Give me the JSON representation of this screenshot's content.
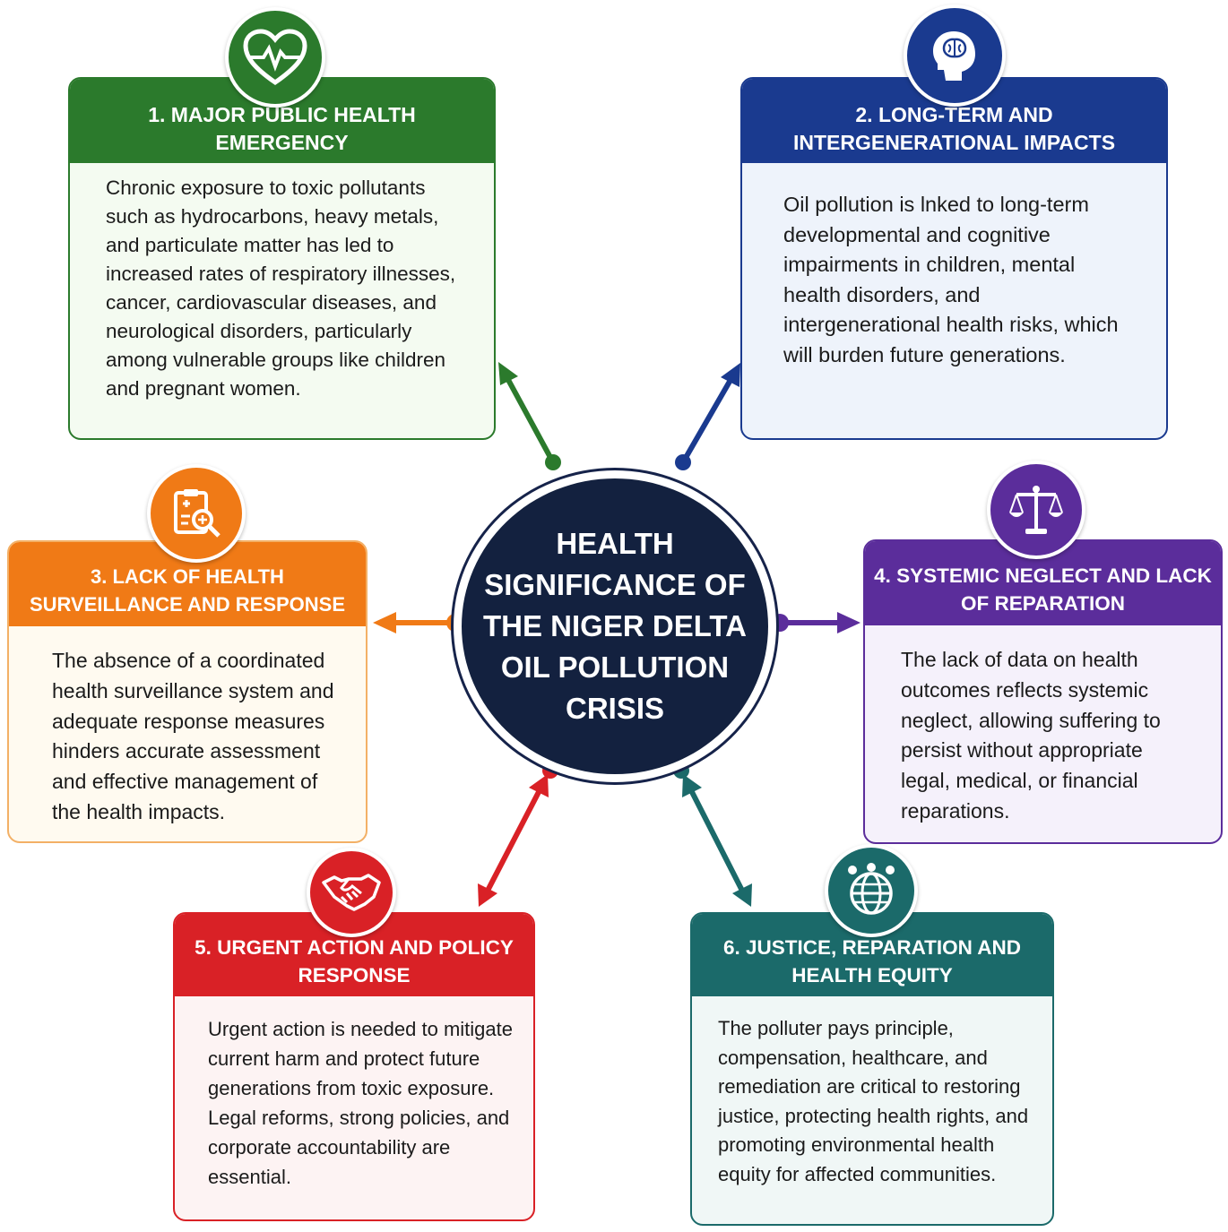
{
  "center": {
    "title": "HEALTH SIGNIFICANCE OF THE NIGER DELTA OIL POLLUTION CRISIS"
  },
  "colors": {
    "green": "#2b7a2c",
    "blue": "#1a3a8f",
    "orange": "#f07a16",
    "purple": "#5b2d9b",
    "red": "#d92126",
    "teal": "#1b6a6a",
    "navy": "#13213f"
  },
  "cards": [
    {
      "id": "health-emergency",
      "title": "1. MAJOR PUBLIC HEALTH EMERGENCY",
      "icon": "heartbeat-icon",
      "body": "Chronic exposure to toxic pollutants such as hydrocarbons, heavy metals, and particulate matter has led to increased rates of respiratory illnesses, cancer, cardiovascular diseases, and neurological disorders, particularly among vulnerable groups like children and pregnant women."
    },
    {
      "id": "long-term",
      "title": "2. LONG-TERM AND INTERGENERATIONAL IMPACTS",
      "icon": "brain-head-icon",
      "body": "Oil pollution is lnked to long-term developmental and cognitive impairments in children, mental health disorders, and intergenerational health risks, which will burden future generations."
    },
    {
      "id": "surveillance",
      "title": "3. LACK OF HEALTH SURVEILLANCE AND RESPONSE",
      "icon": "clipboard-search-icon",
      "body": "The absence of a coordinated health surveillance system and adequate response measures hinders accurate assessment and effective management of the health impacts."
    },
    {
      "id": "systemic-neglect",
      "title": "4. SYSTEMIC NEGLECT AND LACK OF REPARATION",
      "icon": "scales-icon",
      "body": "The lack of data on health outcomes reflects systemic neglect, allowing suffering to persist without appropriate legal, medical, or financial reparations."
    },
    {
      "id": "urgent-action",
      "title": "5. URGENT ACTION AND POLICY RESPONSE",
      "icon": "handshake-icon",
      "body": "Urgent action is needed to mitigate current harm and protect future generations from toxic exposure. Legal reforms, strong policies, and corporate accountability are essential."
    },
    {
      "id": "justice",
      "title": "6. JUSTICE, REPARATION AND HEALTH EQUITY",
      "icon": "globe-people-icon",
      "body": "The polluter pays principle, compensation, healthcare, and remediation are critical to restoring justice, protecting health rights, and promoting environmental health equity for affected communities."
    }
  ]
}
